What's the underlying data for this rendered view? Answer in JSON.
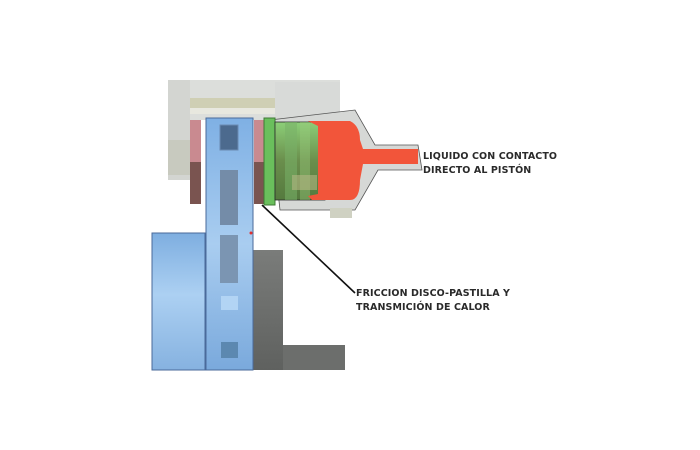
{
  "diagram": {
    "type": "brake caliper cross-section",
    "labels": {
      "fluid": {
        "line1": "LIQUIDO CON CONTACTO",
        "line2": "DIRECTO AL PISTÓN"
      },
      "friction": {
        "line1": "FRICCION DISCO-PASTILLA Y",
        "line2": "TRANSMICIÓN DE CALOR"
      }
    },
    "components": [
      {
        "name": "caliper-body",
        "color": "#d6d8d6"
      },
      {
        "name": "brake-pad-inner",
        "color": "#c98a90"
      },
      {
        "name": "brake-pad-backing",
        "color": "#7a5450"
      },
      {
        "name": "brake-disc",
        "color": "#8fb8e6"
      },
      {
        "name": "piston",
        "color": "#6aa050"
      },
      {
        "name": "brake-fluid",
        "color": "#f2553a"
      },
      {
        "name": "wheel-hub",
        "color": "#92bde8"
      },
      {
        "name": "axle-support",
        "color": "#6e706e"
      }
    ]
  }
}
